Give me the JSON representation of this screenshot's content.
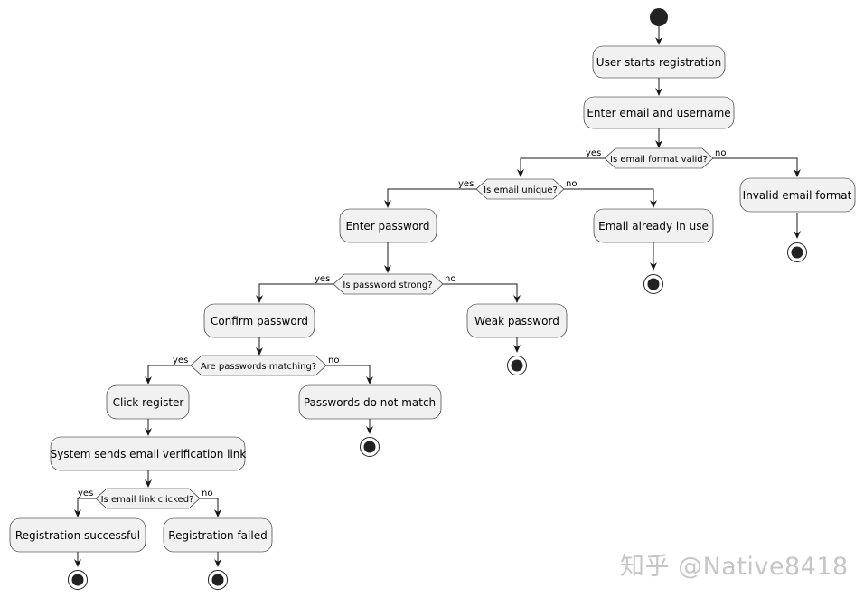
{
  "diagram": {
    "activities": {
      "start_registration": "User starts registration",
      "enter_email": "Enter email and username",
      "invalid_email": "Invalid email format",
      "email_in_use": "Email already in use",
      "enter_password": "Enter password",
      "weak_password": "Weak password",
      "confirm_password": "Confirm password",
      "passwords_no_match": "Passwords do not match",
      "click_register": "Click register",
      "send_verification": "System sends email verification link",
      "registration_success": "Registration successful",
      "registration_failed": "Registration failed"
    },
    "decisions": {
      "email_format": "Is email format valid?",
      "email_unique": "Is email unique?",
      "password_strong": "Is password strong?",
      "passwords_match": "Are passwords matching?",
      "link_clicked": "Is email link clicked?"
    },
    "branch_labels": {
      "yes": "yes",
      "no": "no"
    }
  },
  "watermark": "知乎 @Native8418"
}
